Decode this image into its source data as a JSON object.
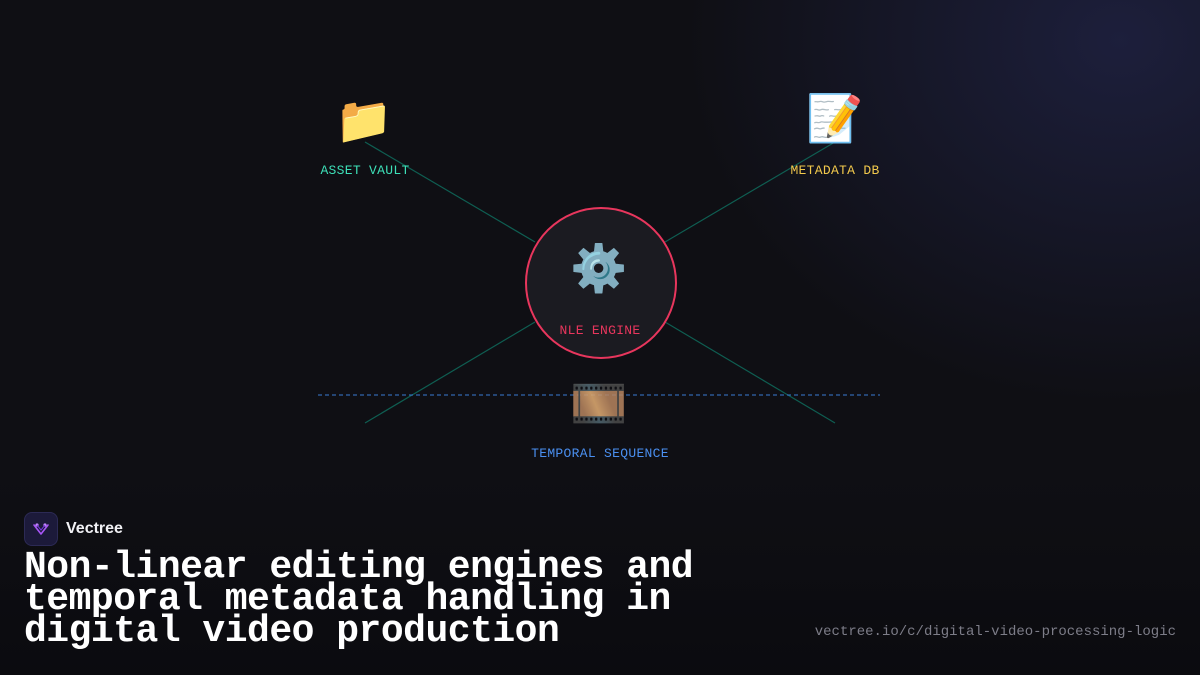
{
  "colors": {
    "background": "#0f0f14",
    "connector": "#0f5e52",
    "timeline": "#3a7bd5",
    "hub_border": "#e8365d",
    "asset_vault": "#3de0b8",
    "metadata_db": "#f2c94c",
    "nle_engine": "#e8365d",
    "temporal_sequence": "#4a8ff0"
  },
  "diagram": {
    "nodes": [
      {
        "id": "asset-vault",
        "label": "ASSET VAULT",
        "icon": "folder-icon",
        "glyph": "📁"
      },
      {
        "id": "metadata-db",
        "label": "METADATA DB",
        "icon": "memo-icon",
        "glyph": "📝"
      },
      {
        "id": "nle-engine",
        "label": "NLE ENGINE",
        "icon": "gear-icon",
        "glyph": "⚙️"
      },
      {
        "id": "temporal-sequence",
        "label": "TEMPORAL SEQUENCE",
        "icon": "film-strip-icon",
        "glyph": "🎞️"
      }
    ]
  },
  "brand": {
    "name": "Vectree",
    "logo_icon": "vectree-logo-icon"
  },
  "headline": "Non-linear editing engines and temporal metadata handling in digital video production",
  "url": "vectree.io/c/digital-video-processing-logic"
}
